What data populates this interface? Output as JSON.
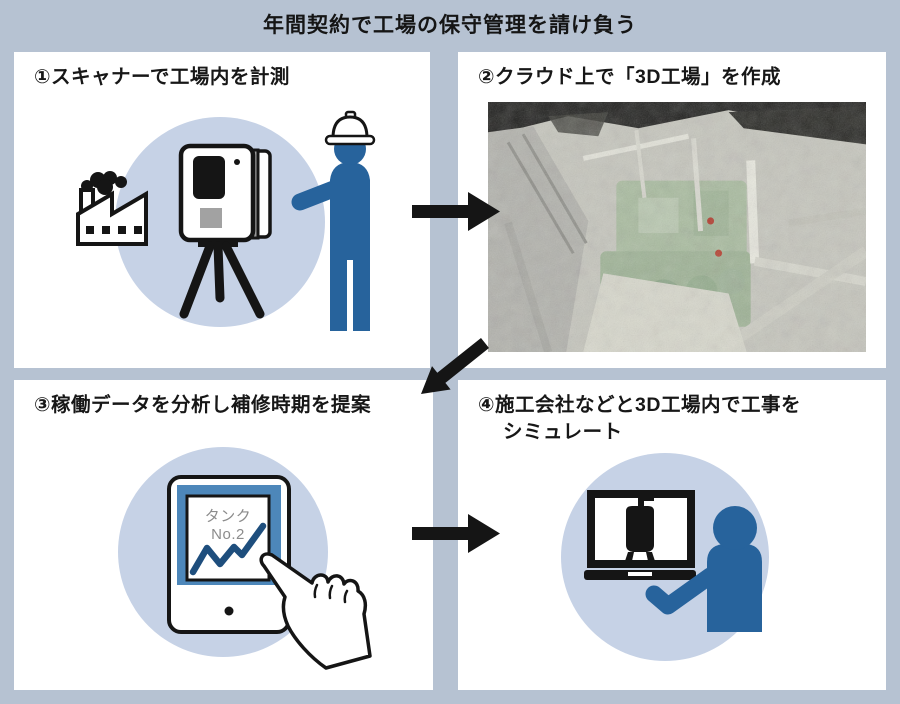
{
  "title": "年間契約で工場の保守管理を請け負う",
  "steps": [
    {
      "label": "①スキャナーで工場内を計測"
    },
    {
      "label": "②クラウド上で「3D工場」を作成"
    },
    {
      "label": "③稼働データを分析し補修時期を提案"
    },
    {
      "line1": "④施工会社などと3D工場内で工事を",
      "line2": "シミュレート"
    }
  ],
  "tablet_screen": {
    "line1": "タンク",
    "line2": "No.2"
  },
  "icons": [
    "factory-icon",
    "laser-scanner-icon",
    "worker-icon",
    "arrow-right-icon",
    "arrow-down-left-icon",
    "point-cloud-photo",
    "tablet-icon",
    "line-chart-icon",
    "hand-pointer-icon",
    "laptop-icon",
    "tank-icon",
    "person-icon"
  ],
  "colors": {
    "background": "#b6c2d2",
    "panel_bg": "#ffffff",
    "circle_bg": "#c6d2e6",
    "figure_blue": "#27639c",
    "tablet_screen_blue": "#4d87ba",
    "chart_line_navy": "#1e4e7d",
    "ink": "#151515",
    "label_gray": "#8c8c8c"
  }
}
